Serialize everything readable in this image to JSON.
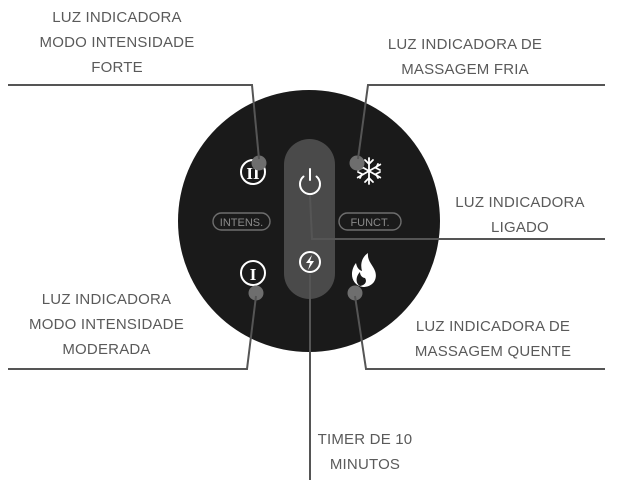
{
  "colors": {
    "device": "#1a1a1a",
    "center_strip": "#4a4a4a",
    "indicator": "#6e6e6e",
    "line": "#555555",
    "label_text": "#5a5a5a",
    "icon": "#ffffff"
  },
  "labels": {
    "strong_mode": [
      "LUZ INDICADORA",
      "MODO INTENSIDADE",
      "FORTE"
    ],
    "cold_massage": [
      "LUZ INDICADORA DE",
      "MASSAGEM FRIA"
    ],
    "power_on": [
      "LUZ INDICADORA",
      "LIGADO"
    ],
    "moderate_mode": [
      "LUZ INDICADORA",
      "MODO INTENSIDADE",
      "MODERADA"
    ],
    "hot_massage": [
      "LUZ INDICADORA DE",
      "MASSAGEM QUENTE"
    ],
    "timer": [
      "TIMER DE 10",
      "MINUTOS"
    ]
  },
  "device": {
    "intens_label": "INTENS.",
    "funct_label": "FUNCT.",
    "strong_icon_text": "II",
    "moderate_icon_text": "I",
    "icons": [
      "power-icon",
      "lightning-icon",
      "snowflake-icon",
      "flame-icon"
    ]
  }
}
